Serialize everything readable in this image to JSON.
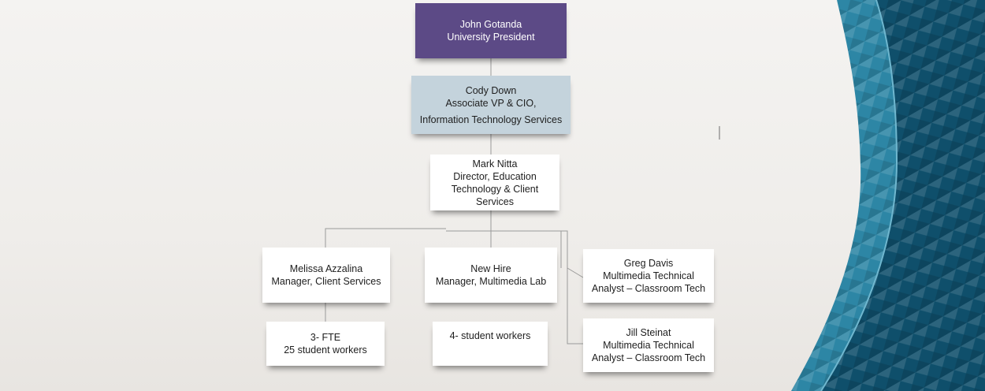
{
  "colors": {
    "president_fill": "#5c4a86",
    "cio_fill": "#c4d3dc",
    "box_fill": "#ffffff",
    "connector": "#9a9a9a",
    "decor_dark": "#0f4f6b",
    "decor_mid": "#2d86a5",
    "decor_light": "#6fb7cf"
  },
  "org_chart": {
    "president": {
      "name": "John Gotanda",
      "title": "University President"
    },
    "cio": {
      "name": "Cody Down",
      "title_line1": "Associate VP & CIO,",
      "title_line2": "Information Technology Services"
    },
    "director": {
      "name": "Mark Nitta",
      "title_line1": "Director, Education",
      "title_line2": "Technology & Client",
      "title_line3": "Services"
    },
    "client_services_manager": {
      "name": "Melissa Azzalina",
      "title": "Manager, Client Services"
    },
    "multimedia_manager": {
      "name": "New Hire",
      "title": "Manager, Multimedia Lab"
    },
    "analyst_1": {
      "name": "Greg Davis",
      "title_line1": "Multimedia Technical",
      "title_line2": "Analyst – Classroom Tech"
    },
    "analyst_2": {
      "name": "Jill Steinat",
      "title_line1": "Multimedia Technical",
      "title_line2": "Analyst – Classroom Tech"
    },
    "client_services_staff": {
      "line1": "3- FTE",
      "line2": "25 student workers"
    },
    "multimedia_staff": {
      "line1": "4- student workers"
    }
  }
}
